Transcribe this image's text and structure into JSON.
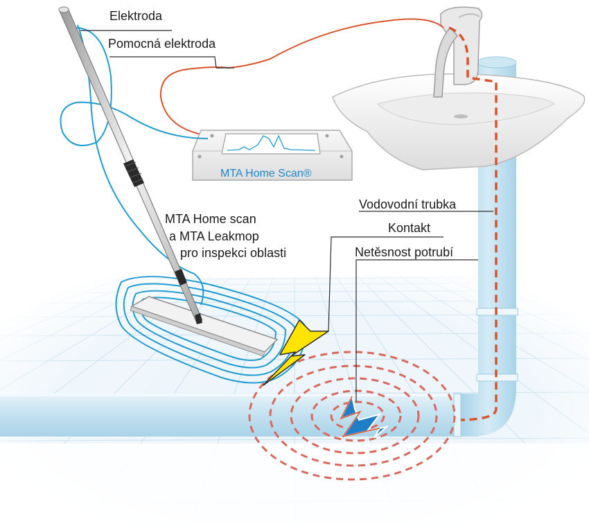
{
  "labels": {
    "electrode": "Elektroda",
    "aux_electrode": "Pomocná elektroda",
    "device_name": "MTA Home Scan®",
    "inspection_line1": "MTA Home scan",
    "inspection_line2": "a MTA Leakmop",
    "inspection_line3": "pro inspekci oblasti",
    "water_pipe": "Vodovodní trubka",
    "contact": "Kontakt",
    "leak": "Netěsnost potrubí"
  },
  "colors": {
    "blue_wire": "#1e9bd0",
    "orange_wire": "#d9532a",
    "dashed_waves": "#d9685a",
    "pipe": "#bfe0ef",
    "lightning": "#ffe400",
    "text": "#1a1a1a"
  }
}
